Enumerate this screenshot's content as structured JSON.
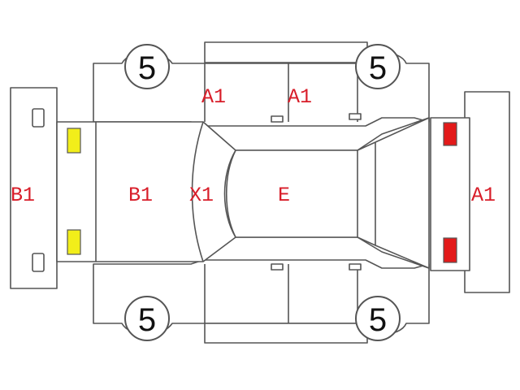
{
  "labels": {
    "rear_bumper": "B1",
    "rear_panel": "B1",
    "door_front_left": "A1",
    "door_front_right": "A1",
    "front_pillar": "X1",
    "roof": "E",
    "front_bumper": "A1"
  },
  "tires": {
    "rear_left": "5",
    "front_left": "5",
    "rear_right": "5",
    "front_right": "5"
  },
  "colors": {
    "damage_code": "#d81e2a",
    "rear_lamp": "#f2ee1a",
    "front_lamp": "#e31a1a",
    "outline": "#555555"
  }
}
